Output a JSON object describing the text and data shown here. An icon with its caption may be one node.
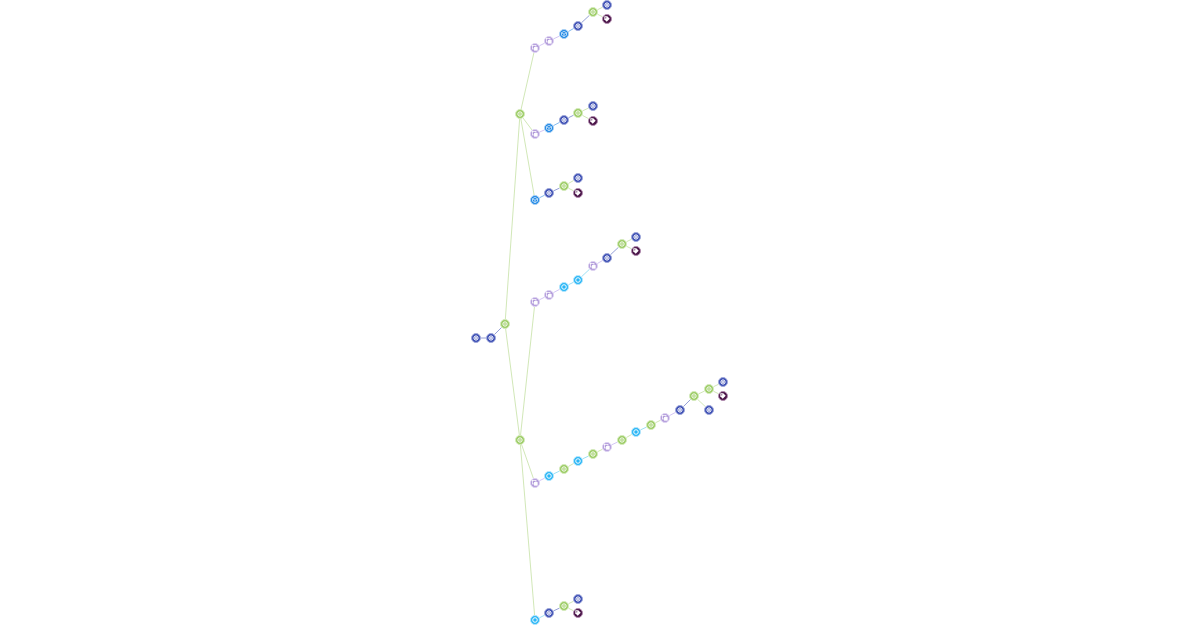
{
  "diagram": {
    "nodes": [
      {
        "text": [],
        "shape": "circle"
      },
      {
        "text": [],
        "shape": "circle"
      },
      {
        "text": [],
        "shape": "circle"
      },
      {
        "text": [],
        "shape": "circle"
      },
      {
        "text": [],
        "shape": "circle"
      },
      {
        "text": [],
        "shape": "circle"
      },
      {
        "text": [],
        "shape": "circle"
      },
      {
        "text": [],
        "shape": "circle"
      },
      {
        "text": [],
        "shape": "circle"
      },
      {
        "text": [],
        "shape": "circle"
      },
      {
        "text": [],
        "shape": "circle"
      },
      {
        "text": [],
        "shape": "circle"
      },
      {
        "text": [],
        "shape": "circle"
      },
      {
        "text": [],
        "shape": "circle"
      },
      {
        "text": [],
        "shape": "circle"
      },
      {
        "text": [],
        "shape": "circle"
      },
      {
        "text": [],
        "shape": "circle"
      },
      {
        "text": [],
        "shape": "circle"
      },
      {
        "text": [],
        "shape": "circle"
      },
      {
        "text": [],
        "shape": "circle"
      },
      {
        "text": [],
        "shape": "circle"
      },
      {
        "text": [],
        "shape": "circle"
      },
      {
        "text": [],
        "shape": "circle"
      },
      {
        "text": [],
        "shape": "circle"
      },
      {
        "text": [],
        "shape": "circle"
      },
      {
        "text": [],
        "shape": "circle"
      },
      {
        "text": [],
        "shape": "circle"
      },
      {
        "text": [],
        "shape": "circle"
      },
      {
        "text": [],
        "shape": "circle"
      },
      {
        "text": [],
        "shape": "circle"
      },
      {
        "text": [],
        "shape": "circle"
      },
      {
        "text": [],
        "shape": "circle"
      },
      {
        "text": [],
        "shape": "circle"
      },
      {
        "text": [],
        "shape": "circle"
      },
      {
        "text": [],
        "shape": "circle"
      },
      {
        "text": [],
        "shape": "circle"
      },
      {
        "text": [],
        "shape": "circle"
      },
      {
        "text": [],
        "shape": "circle"
      },
      {
        "text": [],
        "shape": "circle"
      },
      {
        "text": [],
        "shape": "circle"
      },
      {
        "text": [],
        "shape": "circle"
      },
      {
        "text": [],
        "shape": "circle"
      },
      {
        "text": [],
        "shape": "circle"
      },
      {
        "text": [],
        "shape": "circle"
      },
      {
        "text": [],
        "shape": "circle"
      },
      {
        "text": [],
        "shape": "circle"
      },
      {
        "text": [],
        "shape": "circle"
      },
      {
        "text": [],
        "shape": "circle"
      },
      {
        "text": [],
        "shape": "circle"
      },
      {
        "text": [],
        "shape": "circle"
      },
      {
        "text": [],
        "shape": "circle"
      },
      {
        "text": [],
        "shape": "circle"
      },
      {
        "text": [],
        "shape": "circle"
      }
    ],
    "edges": [
      {
        "from": 0,
        "to": 1,
        "arrow": "none",
        "color": "#7986cb"
      },
      {
        "from": 1,
        "to": 2,
        "arrow": "none",
        "color": "#7986cb"
      },
      {
        "from": 2,
        "to": 3,
        "arrow": "none"
      },
      {
        "from": 2,
        "to": 22,
        "arrow": "none"
      },
      {
        "from": 3,
        "to": 4,
        "arrow": "none"
      },
      {
        "from": 3,
        "to": 11,
        "arrow": "none"
      },
      {
        "from": 3,
        "to": 17,
        "arrow": "none"
      },
      {
        "from": 4,
        "to": 5,
        "arrow": "none",
        "color": "#c9b8f2"
      },
      {
        "from": 5,
        "to": 6,
        "arrow": "none",
        "color": "#c9b8f2"
      },
      {
        "from": 6,
        "to": 7,
        "arrow": "none",
        "color": "#64a8ea"
      },
      {
        "from": 7,
        "to": 8,
        "arrow": "none",
        "color": "#7986cb"
      },
      {
        "from": 8,
        "to": 9,
        "arrow": "none"
      },
      {
        "from": 8,
        "to": 10,
        "arrow": "none"
      },
      {
        "from": 11,
        "to": 12,
        "arrow": "none",
        "color": "#c9b8f2"
      },
      {
        "from": 12,
        "to": 13,
        "arrow": "none",
        "color": "#64a8ea"
      },
      {
        "from": 13,
        "to": 14,
        "arrow": "none",
        "color": "#7986cb"
      },
      {
        "from": 14,
        "to": 15,
        "arrow": "none"
      },
      {
        "from": 14,
        "to": 16,
        "arrow": "none"
      },
      {
        "from": 17,
        "to": 18,
        "arrow": "none",
        "color": "#64a8ea"
      },
      {
        "from": 18,
        "to": 19,
        "arrow": "none",
        "color": "#7986cb"
      },
      {
        "from": 19,
        "to": 20,
        "arrow": "none"
      },
      {
        "from": 19,
        "to": 21,
        "arrow": "none"
      },
      {
        "from": 22,
        "to": 23,
        "arrow": "none"
      },
      {
        "from": 22,
        "to": 32,
        "arrow": "none"
      },
      {
        "from": 22,
        "to": 48,
        "arrow": "none"
      },
      {
        "from": 23,
        "to": 24,
        "arrow": "none",
        "color": "#c9b8f2"
      },
      {
        "from": 24,
        "to": 25,
        "arrow": "none",
        "color": "#c9b8f2"
      },
      {
        "from": 25,
        "to": 26,
        "arrow": "none",
        "color": "#86d9f2"
      },
      {
        "from": 26,
        "to": 27,
        "arrow": "none",
        "color": "#86d9f2"
      },
      {
        "from": 27,
        "to": 28,
        "arrow": "none",
        "color": "#c9b8f2"
      },
      {
        "from": 28,
        "to": 29,
        "arrow": "none",
        "color": "#7986cb"
      },
      {
        "from": 29,
        "to": 30,
        "arrow": "none"
      },
      {
        "from": 29,
        "to": 31,
        "arrow": "none"
      },
      {
        "from": 32,
        "to": 33,
        "arrow": "none",
        "color": "#c9b8f2"
      },
      {
        "from": 33,
        "to": 34,
        "arrow": "none",
        "color": "#86d9f2"
      },
      {
        "from": 34,
        "to": 35,
        "arrow": "none"
      },
      {
        "from": 35,
        "to": 36,
        "arrow": "none",
        "color": "#86d9f2"
      },
      {
        "from": 36,
        "to": 37,
        "arrow": "none"
      },
      {
        "from": 37,
        "to": 38,
        "arrow": "none",
        "color": "#c9b8f2"
      },
      {
        "from": 38,
        "to": 39,
        "arrow": "none"
      },
      {
        "from": 39,
        "to": 40,
        "arrow": "none",
        "color": "#86d9f2"
      },
      {
        "from": 40,
        "to": 41,
        "arrow": "none"
      },
      {
        "from": 41,
        "to": 42,
        "arrow": "none",
        "color": "#c9b8f2"
      },
      {
        "from": 42,
        "to": 43,
        "arrow": "none",
        "color": "#7986cb"
      },
      {
        "from": 43,
        "to": 44,
        "arrow": "none"
      },
      {
        "from": 43,
        "to": 47,
        "arrow": "none"
      },
      {
        "from": 44,
        "to": 45,
        "arrow": "none"
      },
      {
        "from": 44,
        "to": 46,
        "arrow": "none"
      },
      {
        "from": 48,
        "to": 49,
        "arrow": "none",
        "color": "#86d9f2"
      },
      {
        "from": 49,
        "to": 50,
        "arrow": "none",
        "color": "#7986cb"
      },
      {
        "from": 50,
        "to": 51,
        "arrow": "none"
      },
      {
        "from": 50,
        "to": 52,
        "arrow": "none"
      }
    ]
  }
}
